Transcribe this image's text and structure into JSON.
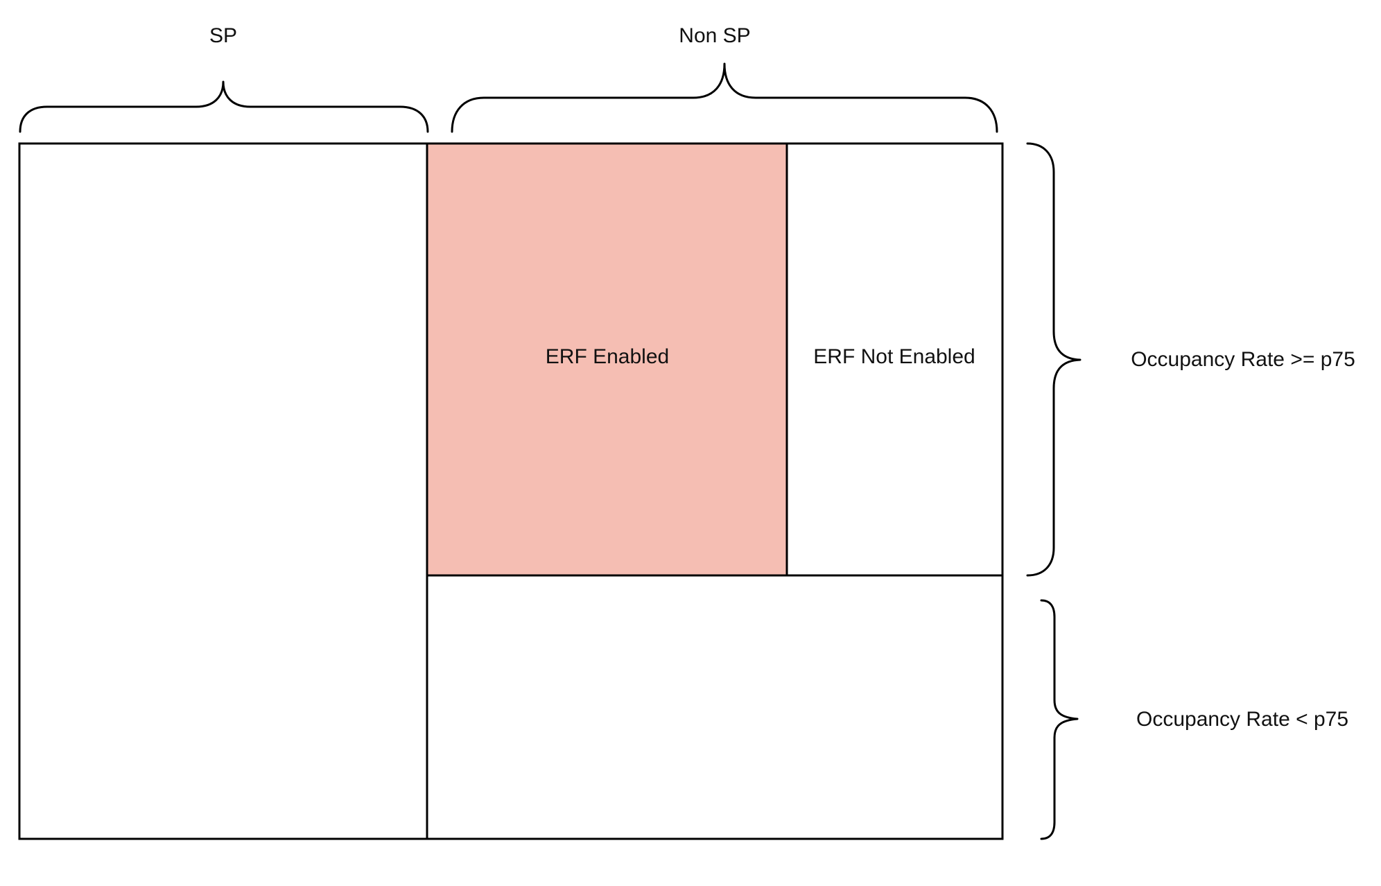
{
  "top_labels": {
    "sp": "SP",
    "non_sp": "Non SP"
  },
  "cells": {
    "erf_enabled": "ERF Enabled",
    "erf_not_enabled": "ERF Not Enabled"
  },
  "side_labels": {
    "occupancy_high": "Occupancy Rate >= p75",
    "occupancy_low": "Occupancy Rate < p75"
  },
  "colors": {
    "highlight": "#f5beb3",
    "stroke": "#000000",
    "background": "#ffffff"
  }
}
